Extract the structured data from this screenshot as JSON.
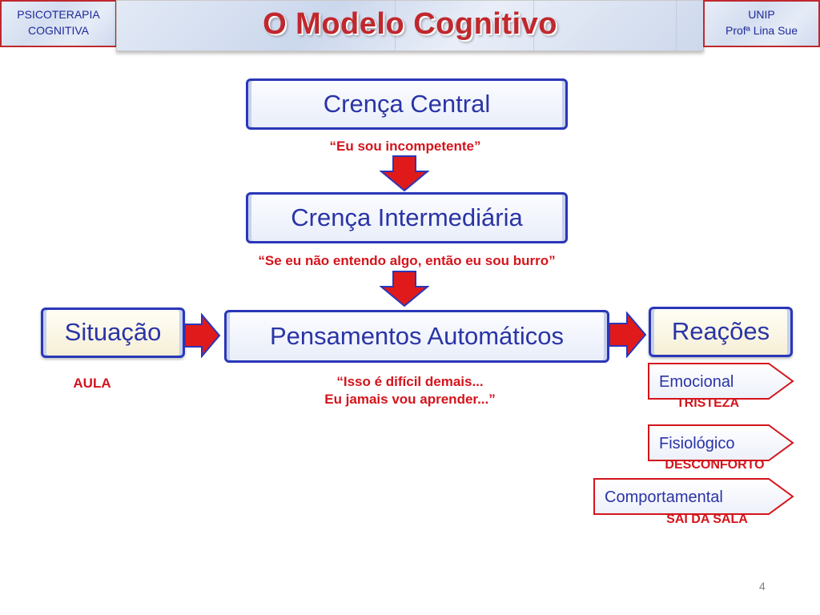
{
  "header": {
    "left_badge": [
      "PSICOTERAPIA",
      "COGNITIVA"
    ],
    "title": "O Modelo Cognitivo",
    "right_badge": [
      "UNIP",
      "Profª Lina Sue"
    ]
  },
  "diagram": {
    "core_belief": {
      "label": "Crença Central",
      "example": "“Eu sou incompetente”"
    },
    "intermediate_belief": {
      "label": "Crença Intermediária",
      "example": "“Se eu não entendo algo, então eu sou burro”"
    },
    "situation": {
      "label": "Situação",
      "example": "AULA"
    },
    "automatic_thoughts": {
      "label": "Pensamentos Automáticos",
      "example_line1": "“Isso é difícil demais...",
      "example_line2": "Eu jamais vou aprender...”"
    },
    "reactions": {
      "label": "Reações",
      "items": [
        {
          "label": "Emocional",
          "example": "TRISTEZA"
        },
        {
          "label": "Fisiológico",
          "example": "DESCONFORTO"
        },
        {
          "label": "Comportamental",
          "example": "SAI DA SALA"
        }
      ]
    }
  },
  "colors": {
    "accent_red": "#d4141c",
    "box_border_blue": "#2a37b8",
    "text_blue": "#2a34a6",
    "header_title_red": "#c0282d"
  },
  "page_number": "4"
}
